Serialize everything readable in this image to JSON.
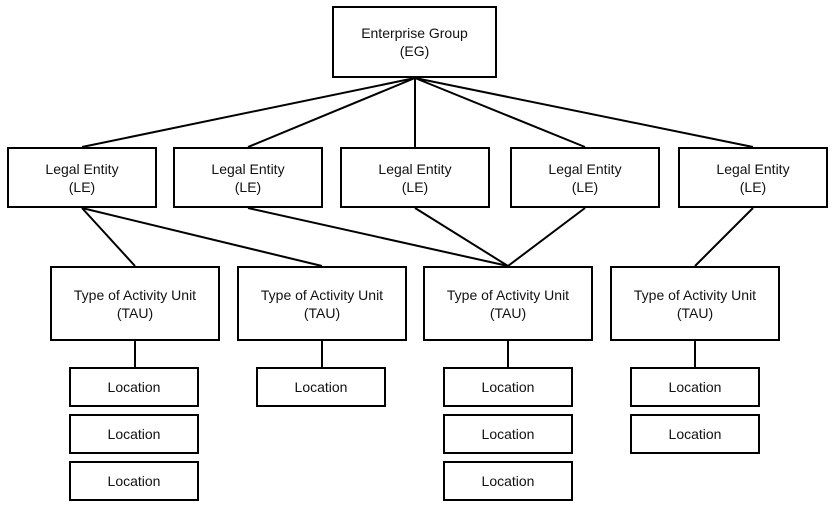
{
  "diagram": {
    "enterprise_group": {
      "name": "Enterprise Group",
      "abbr": "(EG)"
    },
    "legal_entities": [
      {
        "name": "Legal Entity",
        "abbr": "(LE)"
      },
      {
        "name": "Legal Entity",
        "abbr": "(LE)"
      },
      {
        "name": "Legal Entity",
        "abbr": "(LE)"
      },
      {
        "name": "Legal Entity",
        "abbr": "(LE)"
      },
      {
        "name": "Legal Entity",
        "abbr": "(LE)"
      }
    ],
    "activity_units": [
      {
        "name": "Type of Activity Unit",
        "abbr": "(TAU)",
        "locations": [
          "Location",
          "Location",
          "Location"
        ]
      },
      {
        "name": "Type of Activity Unit",
        "abbr": "(TAU)",
        "locations": [
          "Location"
        ]
      },
      {
        "name": "Type of Activity Unit",
        "abbr": "(TAU)",
        "locations": [
          "Location",
          "Location",
          "Location"
        ]
      },
      {
        "name": "Type of Activity Unit",
        "abbr": "(TAU)",
        "locations": [
          "Location",
          "Location"
        ]
      }
    ]
  }
}
